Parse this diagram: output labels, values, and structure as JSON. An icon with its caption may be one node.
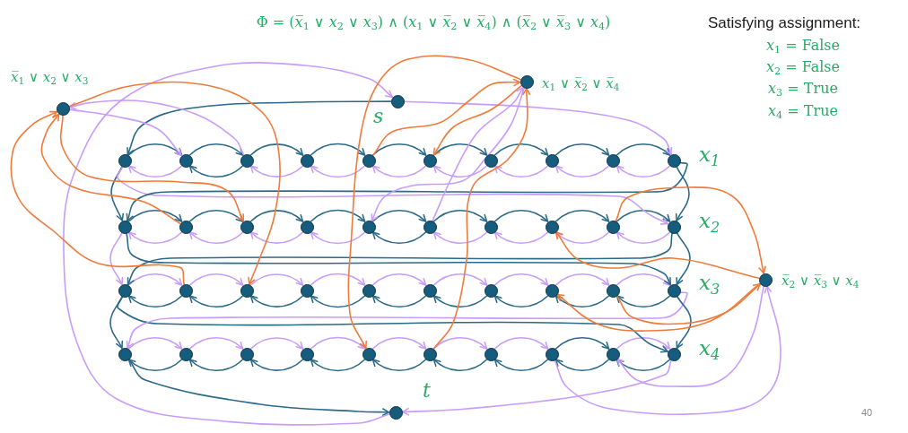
{
  "diagram": {
    "title": "Φ = (*x̅*$_{1}$ ∨ *x*$_{2}$ ∨ *x*$_{3}$) ∧ (*x*$_{1}$ ∨ *x̅*$_{2}$ ∨ *x̅*$_{4}$) ∧ (*x̅*$_{2}$ ∨ *x̅*$_{3}$ ∨ *x*$_{4}$)",
    "nodes": [
      {
        "text": [],
        "shape": "circle",
        "beside": [
          "*x̅*$_{1}$ ∨ *x*$_{2}$ ∨ *x*$_{3}$"
        ]
      },
      {
        "text": [],
        "shape": "circle",
        "beside": [
          "s"
        ]
      },
      {
        "text": [],
        "shape": "circle",
        "beside": [
          "*x*$_{1}$ ∨ *x̅*$_{2}$ ∨ *x̅*$_{4}$"
        ]
      },
      {
        "text": [],
        "shape": "circle"
      },
      {
        "text": [],
        "shape": "circle"
      },
      {
        "text": [],
        "shape": "circle"
      },
      {
        "text": [],
        "shape": "circle"
      },
      {
        "text": [],
        "shape": "circle"
      },
      {
        "text": [],
        "shape": "circle"
      },
      {
        "text": [],
        "shape": "circle"
      },
      {
        "text": [],
        "shape": "circle"
      },
      {
        "text": [],
        "shape": "circle"
      },
      {
        "text": [],
        "shape": "circle"
      },
      {
        "text": [],
        "shape": "circle"
      },
      {
        "text": [],
        "shape": "circle"
      },
      {
        "text": [],
        "shape": "circle"
      },
      {
        "text": [],
        "shape": "circle"
      },
      {
        "text": [],
        "shape": "circle"
      },
      {
        "text": [],
        "shape": "circle"
      },
      {
        "text": [],
        "shape": "circle"
      },
      {
        "text": [],
        "shape": "circle"
      },
      {
        "text": [],
        "shape": "circle"
      },
      {
        "text": [],
        "shape": "circle"
      },
      {
        "text": [],
        "shape": "circle"
      },
      {
        "text": [],
        "shape": "circle"
      },
      {
        "text": [],
        "shape": "circle"
      },
      {
        "text": [],
        "shape": "circle"
      },
      {
        "text": [],
        "shape": "circle"
      },
      {
        "text": [],
        "shape": "circle"
      },
      {
        "text": [],
        "shape": "circle"
      },
      {
        "text": [],
        "shape": "circle"
      },
      {
        "text": [],
        "shape": "circle"
      },
      {
        "text": [],
        "shape": "circle"
      },
      {
        "text": [],
        "shape": "circle"
      },
      {
        "text": [],
        "shape": "circle"
      },
      {
        "text": [],
        "shape": "circle"
      },
      {
        "text": [],
        "shape": "circle"
      },
      {
        "text": [],
        "shape": "circle"
      },
      {
        "text": [],
        "shape": "circle"
      },
      {
        "text": [],
        "shape": "circle"
      },
      {
        "text": [],
        "shape": "circle"
      },
      {
        "text": [],
        "shape": "circle"
      },
      {
        "text": [],
        "shape": "circle"
      },
      {
        "text": [],
        "shape": "circle",
        "beside": [
          "*x̅*$_{2}$ ∨ *x̅*$_{3}$ ∨ *x*$_{4}$"
        ]
      },
      {
        "text": [],
        "shape": "circle",
        "beside": [
          "t"
        ]
      }
    ],
    "edges": [
      {
        "from": 3,
        "to": 4,
        "arrow": "to"
      },
      {
        "from": 4,
        "to": 3,
        "arrow": "to",
        "color": "#c79cfb"
      },
      {
        "from": 4,
        "to": 5,
        "arrow": "to"
      },
      {
        "from": 5,
        "to": 4,
        "arrow": "to"
      },
      {
        "from": 5,
        "to": 6,
        "arrow": "to"
      },
      {
        "from": 6,
        "to": 5,
        "arrow": "to",
        "color": "#c79cfb"
      },
      {
        "from": 6,
        "to": 7,
        "arrow": "to"
      },
      {
        "from": 7,
        "to": 6,
        "arrow": "to",
        "color": "#c79cfb"
      },
      {
        "from": 7,
        "to": 8,
        "arrow": "to"
      },
      {
        "from": 8,
        "to": 7,
        "arrow": "to",
        "color": "#c79cfb"
      },
      {
        "from": 8,
        "to": 9,
        "arrow": "to"
      },
      {
        "from": 9,
        "to": 8,
        "arrow": "to",
        "color": "#c79cfb"
      },
      {
        "from": 9,
        "to": 10,
        "arrow": "to"
      },
      {
        "from": 10,
        "to": 9,
        "arrow": "to",
        "color": "#c79cfb"
      },
      {
        "from": 10,
        "to": 11,
        "arrow": "to"
      },
      {
        "from": 11,
        "to": 10,
        "arrow": "to",
        "color": "#c79cfb"
      },
      {
        "from": 11,
        "to": 12,
        "arrow": "to"
      },
      {
        "from": 12,
        "to": 11,
        "arrow": "to",
        "color": "#c79cfb"
      },
      {
        "from": 13,
        "to": 14,
        "arrow": "to"
      },
      {
        "from": 14,
        "to": 13,
        "arrow": "to",
        "color": "#c79cfb"
      },
      {
        "from": 14,
        "to": 15,
        "arrow": "to"
      },
      {
        "from": 15,
        "to": 14,
        "arrow": "to",
        "color": "#c79cfb"
      },
      {
        "from": 15,
        "to": 16,
        "arrow": "to"
      },
      {
        "from": 16,
        "to": 15,
        "arrow": "to",
        "color": "#c79cfb"
      },
      {
        "from": 16,
        "to": 17,
        "arrow": "to"
      },
      {
        "from": 17,
        "to": 16,
        "arrow": "to",
        "color": "#c79cfb"
      },
      {
        "from": 17,
        "to": 18,
        "arrow": "to"
      },
      {
        "from": 18,
        "to": 17,
        "arrow": "to"
      },
      {
        "from": 18,
        "to": 19,
        "arrow": "to"
      },
      {
        "from": 19,
        "to": 18,
        "arrow": "to",
        "color": "#c79cfb"
      },
      {
        "from": 19,
        "to": 20,
        "arrow": "to"
      },
      {
        "from": 20,
        "to": 19,
        "arrow": "to",
        "color": "#c79cfb"
      },
      {
        "from": 20,
        "to": 21,
        "arrow": "to"
      },
      {
        "from": 21,
        "to": 20,
        "arrow": "to",
        "color": "#c79cfb"
      },
      {
        "from": 21,
        "to": 22,
        "arrow": "to"
      },
      {
        "from": 22,
        "to": 21,
        "arrow": "to",
        "color": "#c79cfb"
      },
      {
        "from": 23,
        "to": 24,
        "arrow": "to",
        "color": "#c79cfb"
      },
      {
        "from": 24,
        "to": 23,
        "arrow": "to"
      },
      {
        "from": 24,
        "to": 25,
        "arrow": "to",
        "color": "#c79cfb"
      },
      {
        "from": 25,
        "to": 24,
        "arrow": "to"
      },
      {
        "from": 25,
        "to": 26,
        "arrow": "to",
        "color": "#c79cfb"
      },
      {
        "from": 26,
        "to": 25,
        "arrow": "to"
      },
      {
        "from": 26,
        "to": 27,
        "arrow": "to",
        "color": "#c79cfb"
      },
      {
        "from": 27,
        "to": 26,
        "arrow": "to"
      },
      {
        "from": 27,
        "to": 28,
        "arrow": "to",
        "color": "#c79cfb"
      },
      {
        "from": 28,
        "to": 27,
        "arrow": "to"
      },
      {
        "from": 28,
        "to": 29,
        "arrow": "to",
        "color": "#c79cfb"
      },
      {
        "from": 29,
        "to": 28,
        "arrow": "to"
      },
      {
        "from": 29,
        "to": 30,
        "arrow": "to",
        "color": "#c79cfb"
      },
      {
        "from": 30,
        "to": 29,
        "arrow": "to"
      },
      {
        "from": 30,
        "to": 31,
        "arrow": "to",
        "color": "#c79cfb"
      },
      {
        "from": 31,
        "to": 30,
        "arrow": "to"
      },
      {
        "from": 31,
        "to": 32,
        "arrow": "to",
        "color": "#c79cfb"
      },
      {
        "from": 32,
        "to": 31,
        "arrow": "to"
      },
      {
        "from": 33,
        "to": 34,
        "arrow": "to",
        "color": "#c79cfb"
      },
      {
        "from": 34,
        "to": 33,
        "arrow": "to"
      },
      {
        "from": 34,
        "to": 35,
        "arrow": "to",
        "color": "#c79cfb"
      },
      {
        "from": 35,
        "to": 34,
        "arrow": "to"
      },
      {
        "from": 35,
        "to": 36,
        "arrow": "to",
        "color": "#c79cfb"
      },
      {
        "from": 36,
        "to": 35,
        "arrow": "to"
      },
      {
        "from": 36,
        "to": 37,
        "arrow": "to",
        "color": "#c79cfb"
      },
      {
        "from": 37,
        "to": 36,
        "arrow": "to"
      },
      {
        "from": 37,
        "to": 38,
        "arrow": "to",
        "color": "#c79cfb"
      },
      {
        "from": 38,
        "to": 37,
        "arrow": "to"
      },
      {
        "from": 38,
        "to": 39,
        "arrow": "to",
        "color": "#c79cfb"
      },
      {
        "from": 39,
        "to": 38,
        "arrow": "to"
      },
      {
        "from": 39,
        "to": 40,
        "arrow": "to",
        "color": "#c79cfb"
      },
      {
        "from": 40,
        "to": 39,
        "arrow": "to"
      },
      {
        "from": 40,
        "to": 41,
        "arrow": "to"
      },
      {
        "from": 41,
        "to": 40,
        "arrow": "to"
      },
      {
        "from": 41,
        "to": 42,
        "arrow": "to",
        "color": "#c79cfb"
      },
      {
        "from": 42,
        "to": 41,
        "arrow": "to"
      },
      {
        "from": 3,
        "to": 13,
        "arrow": "to"
      },
      {
        "from": 3,
        "to": 22,
        "arrow": "to",
        "color": "#c79cfb"
      },
      {
        "from": 12,
        "to": 13,
        "arrow": "to"
      },
      {
        "from": 12,
        "to": 22,
        "arrow": "to"
      },
      {
        "from": 13,
        "to": 23,
        "arrow": "to",
        "color": "#c79cfb"
      },
      {
        "from": 13,
        "to": 32,
        "arrow": "to"
      },
      {
        "from": 22,
        "to": 32,
        "arrow": "to"
      },
      {
        "from": 22,
        "to": 23,
        "arrow": "to"
      },
      {
        "from": 23,
        "to": 33,
        "arrow": "to"
      },
      {
        "from": 23,
        "to": 42,
        "arrow": "to"
      },
      {
        "from": 32,
        "to": 33,
        "arrow": "to",
        "color": "#c79cfb"
      },
      {
        "from": 32,
        "to": 42,
        "arrow": "to"
      },
      {
        "from": 1,
        "to": 3,
        "arrow": "to"
      },
      {
        "from": 1,
        "to": 12,
        "arrow": "to",
        "color": "#c79cfb"
      },
      {
        "from": 33,
        "to": 44,
        "arrow": "to"
      },
      {
        "from": 42,
        "to": 44,
        "arrow": "to",
        "color": "#c79cfb"
      },
      {
        "from": 44,
        "to": 1,
        "arrow": "to",
        "color": "#c79cfb"
      },
      {
        "from": 5,
        "to": 0,
        "arrow": "to",
        "color": "#c79cfb"
      },
      {
        "from": 0,
        "to": 4,
        "arrow": "to",
        "color": "#c79cfb"
      },
      {
        "from": 14,
        "to": 0,
        "arrow": "to",
        "color": "#ef7b3b"
      },
      {
        "from": 0,
        "to": 15,
        "arrow": "to",
        "color": "#ef7b3b"
      },
      {
        "from": 24,
        "to": 0,
        "arrow": "to",
        "color": "#ef7b3b"
      },
      {
        "from": 0,
        "to": 25,
        "arrow": "to",
        "color": "#ef7b3b"
      },
      {
        "from": 7,
        "to": 2,
        "arrow": "to",
        "color": "#ef7b3b"
      },
      {
        "from": 2,
        "to": 8,
        "arrow": "to",
        "color": "#ef7b3b"
      },
      {
        "from": 18,
        "to": 2,
        "arrow": "to",
        "color": "#c79cfb"
      },
      {
        "from": 2,
        "to": 17,
        "arrow": "to",
        "color": "#c79cfb"
      },
      {
        "from": 38,
        "to": 2,
        "arrow": "to",
        "color": "#ef7b3b"
      },
      {
        "from": 2,
        "to": 37,
        "arrow": "to",
        "color": "#ef7b3b"
      },
      {
        "from": 21,
        "to": 43,
        "arrow": "to",
        "color": "#ef7b3b"
      },
      {
        "from": 43,
        "to": 20,
        "arrow": "to",
        "color": "#ef7b3b"
      },
      {
        "from": 31,
        "to": 43,
        "arrow": "to",
        "color": "#ef7b3b"
      },
      {
        "from": 43,
        "to": 30,
        "arrow": "to",
        "color": "#ef7b3b"
      },
      {
        "from": 40,
        "to": 43,
        "arrow": "to",
        "color": "#c79cfb"
      },
      {
        "from": 43,
        "to": 41,
        "arrow": "to",
        "color": "#c79cfb"
      }
    ],
    "labels": [
      "Satisfying assignment:",
      "*x*$_{1}$ = False",
      "*x*$_{2}$ = False",
      "*x*$_{3}$ = True",
      "*x*$_{4}$ = True",
      "x$_{1}$",
      "x$_{2}$",
      "x$_{3}$",
      "x$_{4}$",
      "40"
    ]
  }
}
